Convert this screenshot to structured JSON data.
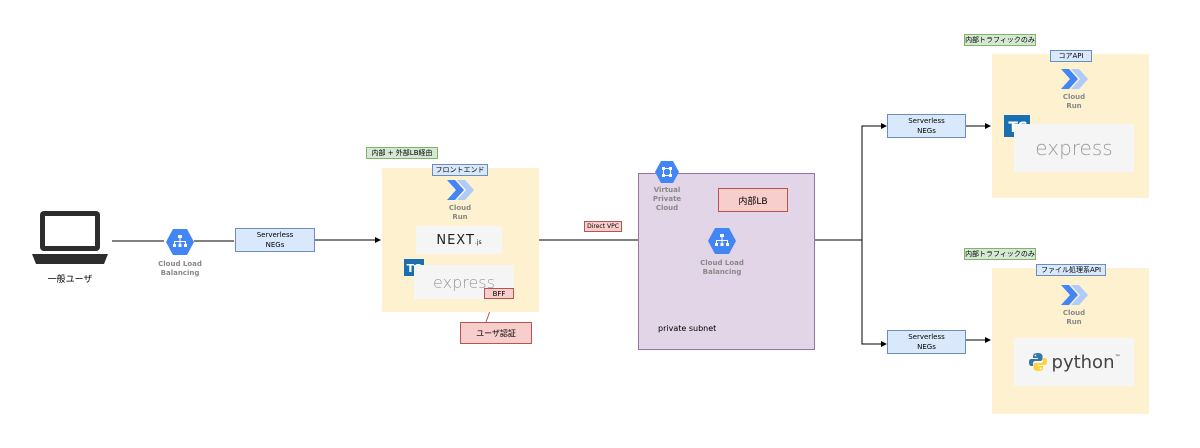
{
  "user": {
    "label": "一般ユーザ"
  },
  "lb_external": {
    "label_line1": "Cloud Load",
    "label_line2": "Balancing"
  },
  "neg_1": {
    "line1": "Serverless",
    "line2": "NEGs"
  },
  "frontend_group": {
    "route_tag": "内部 + 外部LB経由",
    "service_tag": "フロントエンド",
    "run_line1": "Cloud",
    "run_line2": "Run",
    "nextjs_label": "NEXT",
    "nextjs_suffix": ".js",
    "ts_label": "TS",
    "express_label": "express",
    "bff_tag": "BFF",
    "auth_callout": "ユーザ認証"
  },
  "connector": {
    "label": "Direct VPC"
  },
  "vpc": {
    "label_line1": "Virtual",
    "label_line2": "Private Cloud",
    "internal_lb_callout": "内部LB",
    "lb_label_line1": "Cloud Load",
    "lb_label_line2": "Balancing",
    "subnet_label": "private subnet"
  },
  "neg_top": {
    "line1": "Serverless",
    "line2": "NEGs"
  },
  "neg_bottom": {
    "line1": "Serverless",
    "line2": "NEGs"
  },
  "core_api_group": {
    "route_tag": "内部トラフィックのみ",
    "service_tag": "コアAPI",
    "run_line1": "Cloud",
    "run_line2": "Run",
    "ts_label": "TS",
    "express_label": "express"
  },
  "file_api_group": {
    "route_tag": "内部トラフィックのみ",
    "service_tag": "ファイル処理系API",
    "run_line1": "Cloud",
    "run_line2": "Run",
    "python_label": "python",
    "python_tm": "™"
  },
  "colors": {
    "gcp_blue": "#4285f4",
    "cloud_run_light": "#aecbfa",
    "yellow_group": "#fdf1cf",
    "vpc_fill": "#e1d5e7",
    "vpc_border": "#9673a6",
    "ts_blue": "#1a6fb3"
  },
  "icons": [
    "laptop-icon",
    "load-balancer-icon",
    "cloud-run-icon",
    "vpc-icon",
    "python-logo-icon"
  ]
}
